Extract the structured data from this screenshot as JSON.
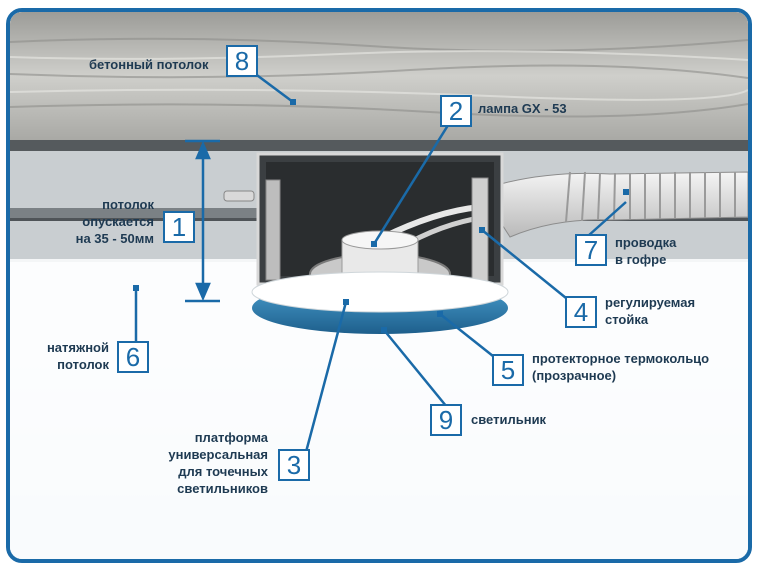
{
  "labels": {
    "concrete_ceiling": "бетонный потолок",
    "lamp": "лампа GX - 53",
    "drop_1": "потолок",
    "drop_2": "опускается",
    "drop_3": "на 35 - 50мм",
    "wiring_1": "проводка",
    "wiring_2": "в гофре",
    "stand_1": "регулируемая",
    "stand_2": "стойка",
    "ring_1": "протекторное термокольцо",
    "ring_2": "(прозрачное)",
    "stretch_1": "натяжной",
    "stretch_2": "потолок",
    "luminaire": "светильник",
    "platform_1": "платформа",
    "platform_2": "универсальная",
    "platform_3": "для точечных",
    "platform_4": "светильников"
  },
  "numbers": {
    "n1": "1",
    "n2": "2",
    "n3": "3",
    "n4": "4",
    "n5": "5",
    "n6": "6",
    "n7": "7",
    "n8": "8",
    "n9": "9"
  },
  "colors": {
    "frame": "#1a6aa8",
    "callout_line": "#1a6aa8",
    "text": "#1e3a52",
    "concrete": "#b7b7b3",
    "ring_blue": "#2f7fb0"
  }
}
